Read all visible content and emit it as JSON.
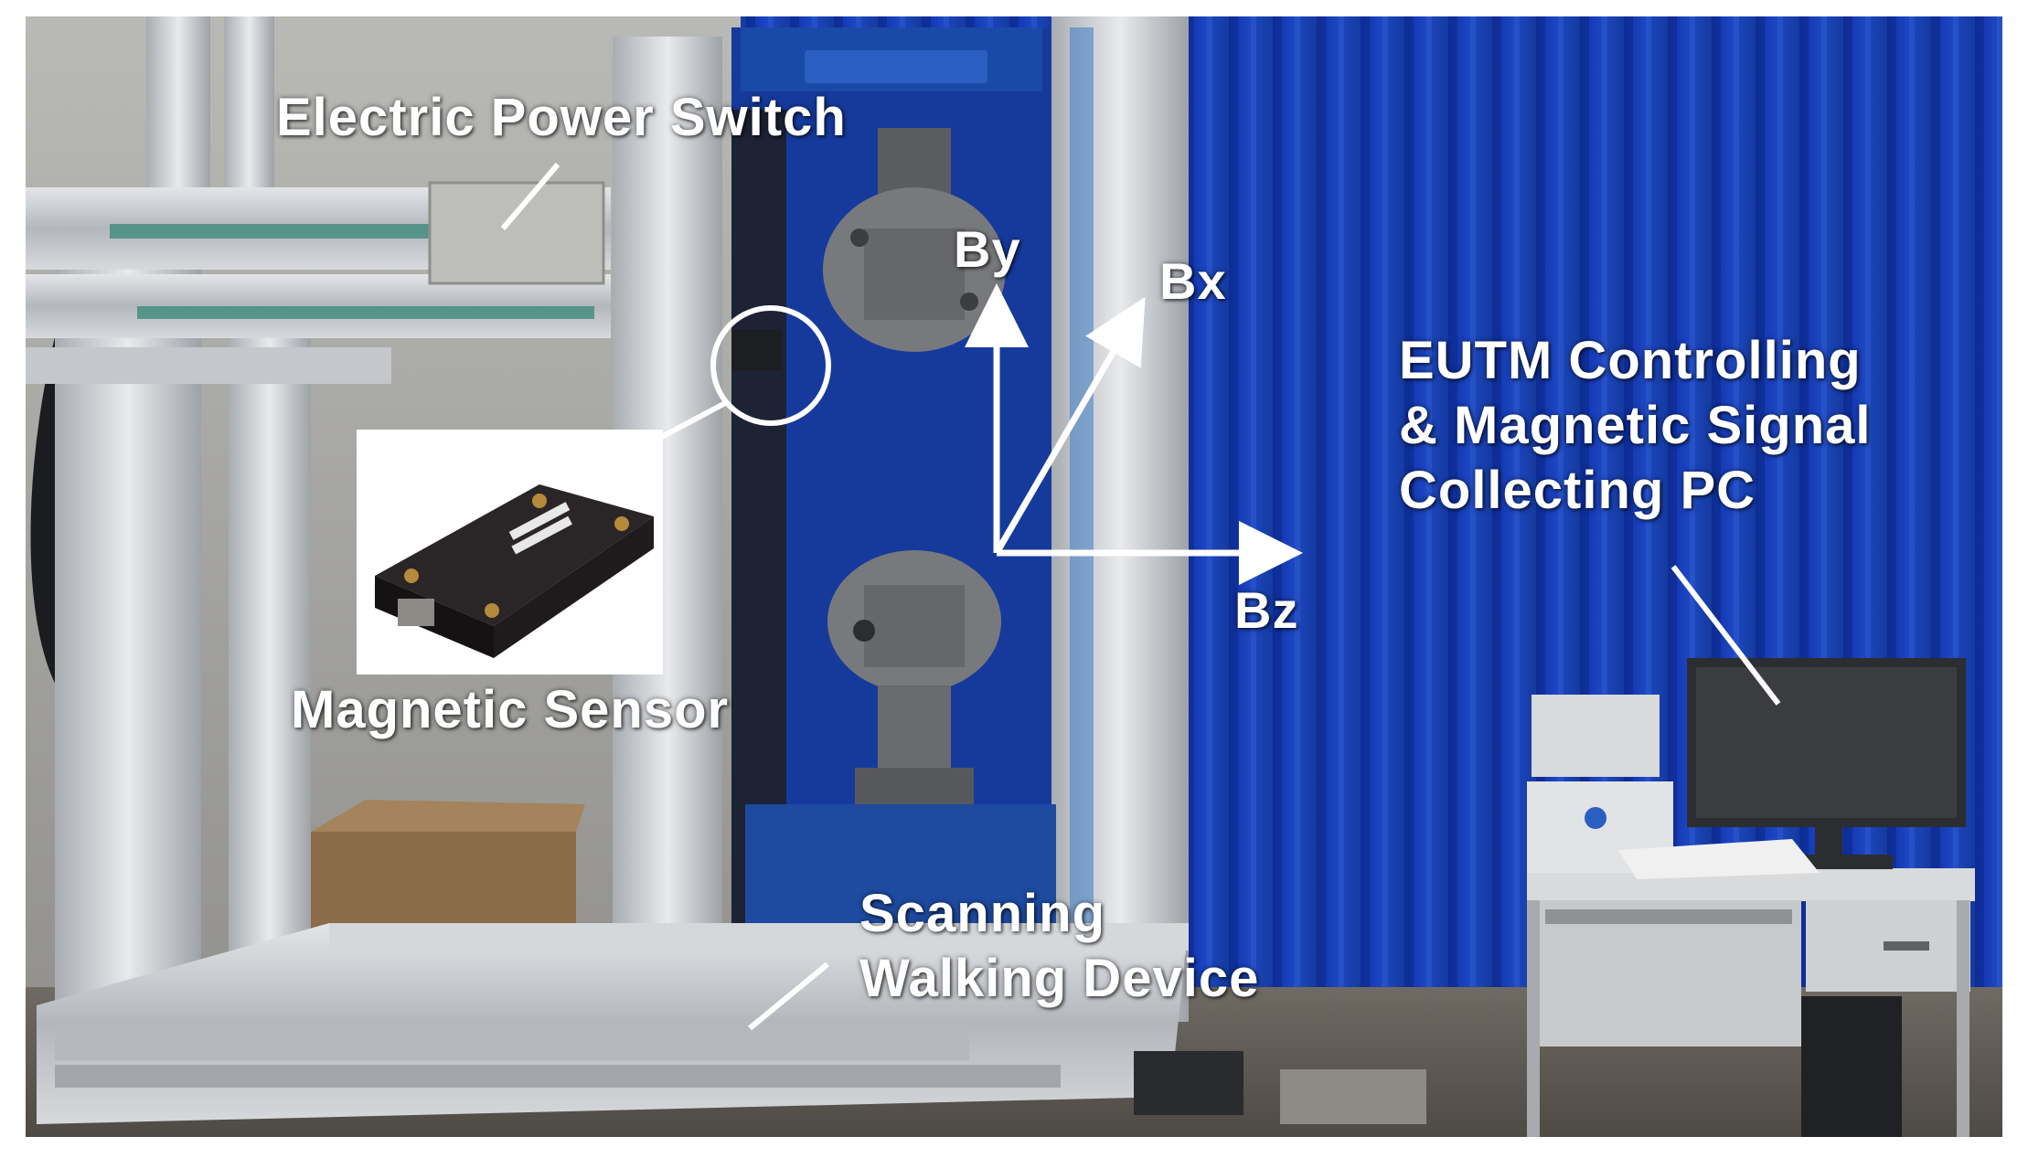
{
  "labels": {
    "electric_power_switch": "Electric Power Switch",
    "axis_by": "By",
    "axis_bx": "Bx",
    "axis_bz": "Bz",
    "eutm_line1": "EUTM Controlling",
    "eutm_line2": "& Magnetic Signal",
    "eutm_line3": "Collecting PC",
    "magnetic_sensor": "Magnetic Sensor",
    "scanning_line1": "Scanning",
    "scanning_line2": "Walking Device"
  },
  "colors": {
    "curtain_blue": "#1a3fb0",
    "annotation_white": "#ffffff",
    "frame_silver": "#c9ccd0",
    "machine_dark": "#2a2d33"
  }
}
